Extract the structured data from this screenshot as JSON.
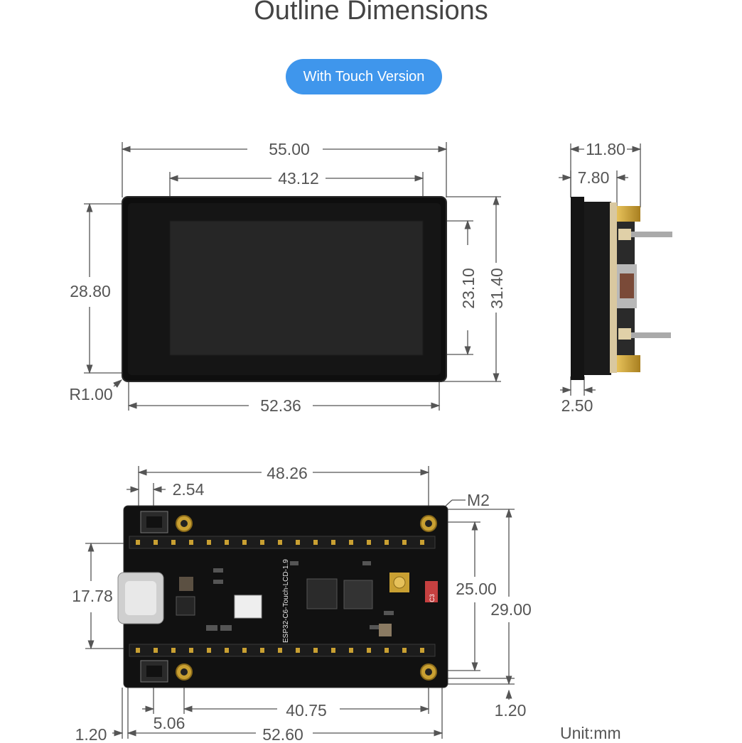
{
  "header": {
    "title": "Outline Dimensions",
    "version_button": "With Touch Version"
  },
  "front_view": {
    "overall_width": "55.00",
    "display_width": "43.12",
    "overall_height": "31.40",
    "display_height": "23.10",
    "side_height": "28.80",
    "corner_radius": "R1.00",
    "bottom_width": "52.36"
  },
  "side_view": {
    "total_depth": "11.80",
    "body_depth": "7.80",
    "panel_thickness": "2.50"
  },
  "back_view": {
    "hole_span_top": "48.26",
    "pin_pitch": "2.54",
    "mount_hole": "M2",
    "usb_span": "17.78",
    "hole_span_vertical": "25.00",
    "board_height": "29.00",
    "hole_span_bottom": "40.75",
    "edge_offset_right": "1.20",
    "edge_offset_left": "1.20",
    "hole_offset": "5.06",
    "board_width": "52.60"
  },
  "board_labels": {
    "model": "ESP32-C6-Touch-LCD-1.9",
    "ipex": "C3"
  },
  "footer": {
    "unit": "Unit:mm"
  },
  "colors": {
    "accent": "#3f96ec",
    "dimension_line": "#555555",
    "pcb": "#111111",
    "gold": "#c9a032"
  }
}
